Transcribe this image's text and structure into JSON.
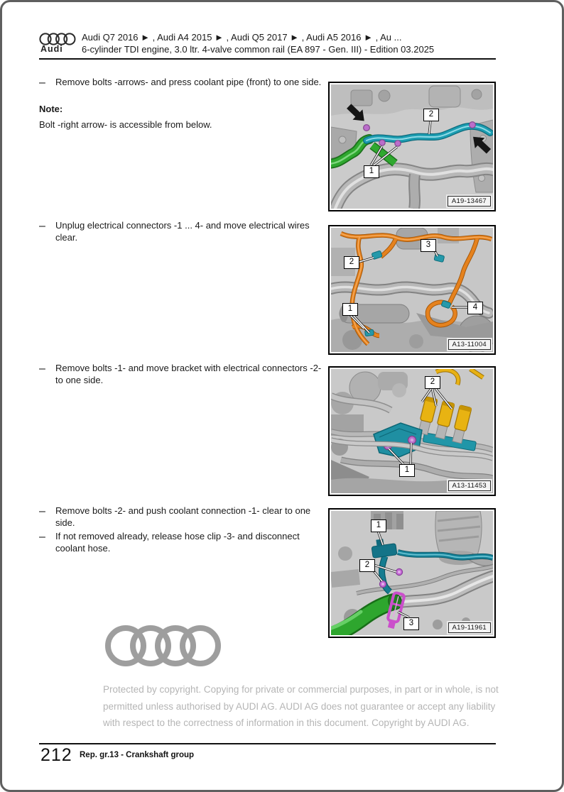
{
  "ui": {
    "bullet": "–"
  },
  "header": {
    "logo_text": "Audi",
    "models_line": "Audi Q7 2016 ► , Audi A4 2015 ► , Audi Q5 2017 ► , Audi A5 2016 ► , Au ...",
    "engine_line": "6-cylinder TDI engine, 3.0 ltr. 4-valve common rail (EA 897 - Gen. III) - Edition 03.2025"
  },
  "instructions": {
    "step1": "Remove bolts -arrows- and press coolant pipe (front) to one side.",
    "note_label": "Note:",
    "note_body": "Bolt -right arrow- is accessible from below.",
    "step2": "Unplug electrical connectors -1 ... 4- and move electrical wires clear.",
    "step3": "Remove bolts -1- and move bracket with electrical connectors -2- to one side.",
    "step4": "Remove bolts -2- and push coolant connection -1- clear to one side.",
    "step5": "If not removed already, release hose clip -3- and disconnect coolant hose."
  },
  "figures": [
    {
      "code": "A19-13467",
      "callouts": [
        "1",
        "2"
      ]
    },
    {
      "code": "A13-11004",
      "callouts": [
        "1",
        "2",
        "3",
        "4"
      ]
    },
    {
      "code": "A13-11453",
      "callouts": [
        "1",
        "2"
      ]
    },
    {
      "code": "A19-11961",
      "callouts": [
        "1",
        "2",
        "3"
      ]
    }
  ],
  "copyright": {
    "lines": [
      "Protected by copyright. Copying for private or commercial purposes, in part or in whole, is not",
      "permitted unless authorised by AUDI AG. AUDI AG does not guarantee or accept any liability",
      "with respect to the correctness of information in this document. Copyright by AUDI AG."
    ]
  },
  "footer": {
    "page_number": "212",
    "rep_group": "Rep. gr.13 - Crankshaft group"
  },
  "colors": {
    "hose_green": "#2fa82f",
    "pipe_teal": "#1c9db1",
    "harness_orange": "#e5821e",
    "connector_yellow": "#e8b312",
    "bolt_violet": "#bb6ecb",
    "clip_magenta": "#cb4fcb"
  }
}
